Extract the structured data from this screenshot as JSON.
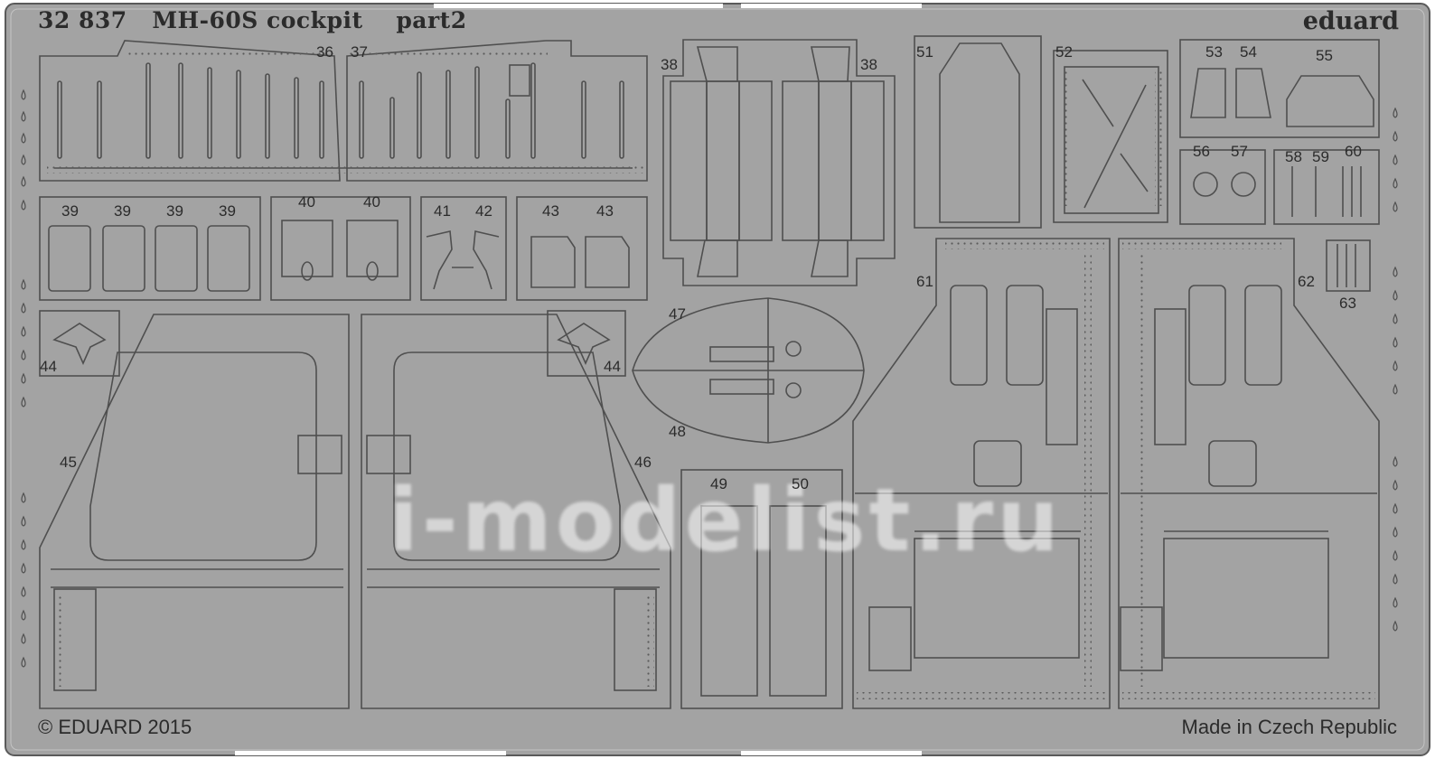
{
  "product": {
    "code": "32 837",
    "name": "MH-60S cockpit",
    "part": "part2",
    "brand": "eduard",
    "copyright": "© EDUARD 2015",
    "origin": "Made in Czech Republic",
    "watermark": "i-modelist.ru"
  },
  "colors": {
    "fret": "#a3a3a3",
    "outline": "#4f4f4f",
    "background": "#ffffff",
    "text": "#2b2b2b"
  },
  "parts": {
    "p36": "36",
    "p37": "37",
    "p38a": "38",
    "p38b": "38",
    "p39a": "39",
    "p39b": "39",
    "p39c": "39",
    "p39d": "39",
    "p40a": "40",
    "p40b": "40",
    "p41": "41",
    "p42": "42",
    "p43a": "43",
    "p43b": "43",
    "p44a": "44",
    "p44b": "44",
    "p45": "45",
    "p46": "46",
    "p47": "47",
    "p48": "48",
    "p49": "49",
    "p50": "50",
    "p51": "51",
    "p52": "52",
    "p53": "53",
    "p54": "54",
    "p55": "55",
    "p56": "56",
    "p57": "57",
    "p58": "58",
    "p59": "59",
    "p60": "60",
    "p61": "61",
    "p62": "62",
    "p63": "63"
  }
}
